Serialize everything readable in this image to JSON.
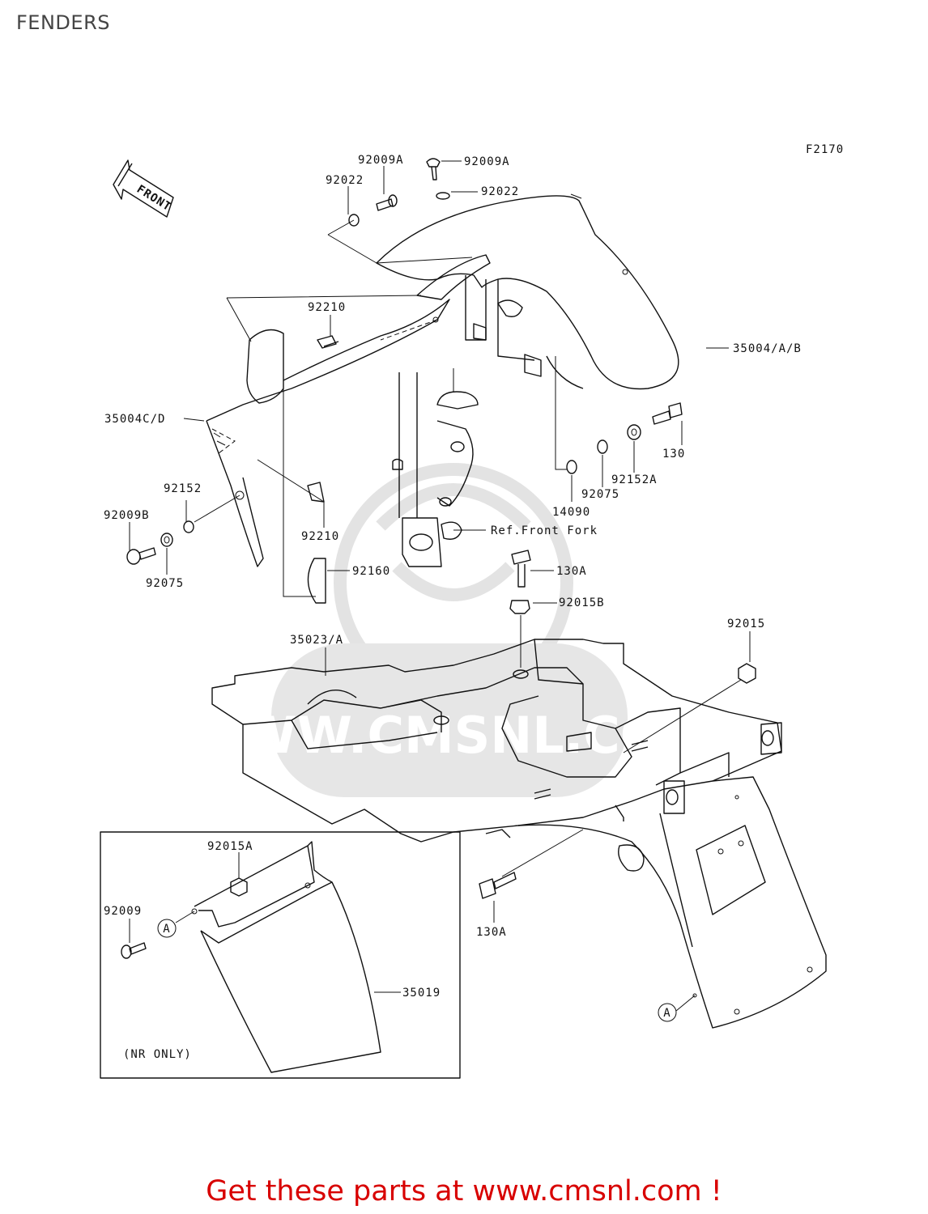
{
  "page": {
    "title": "FENDERS"
  },
  "diagram": {
    "code": "F2170",
    "front_arrow": "FRONT",
    "watermark": "WWW.CMSNL.COM",
    "callout_letter": "A",
    "note": "(NR ONLY)",
    "labels": {
      "p92009A_1": "92009A",
      "p92009A_2": "92009A",
      "p92022_1": "92022",
      "p92022_2": "92022",
      "p92210_1": "92210",
      "p92210_2": "92210",
      "p35004AB": "35004/A/B",
      "p35004CD": "35004C/D",
      "p130": "130",
      "p92152A": "92152A",
      "p92075_1": "92075",
      "p14090": "14090",
      "p92152": "92152",
      "p92009B": "92009B",
      "p92075_2": "92075",
      "ref_front_fork": "Ref.Front Fork",
      "p92160": "92160",
      "p130A_1": "130A",
      "p92015B": "92015B",
      "p92015": "92015",
      "p35023A": "35023/A",
      "p92015A": "92015A",
      "p92009": "92009",
      "p35019": "35019",
      "p130A_2": "130A"
    }
  },
  "footer": {
    "text": "Get these parts at www.cmsnl.com !"
  }
}
